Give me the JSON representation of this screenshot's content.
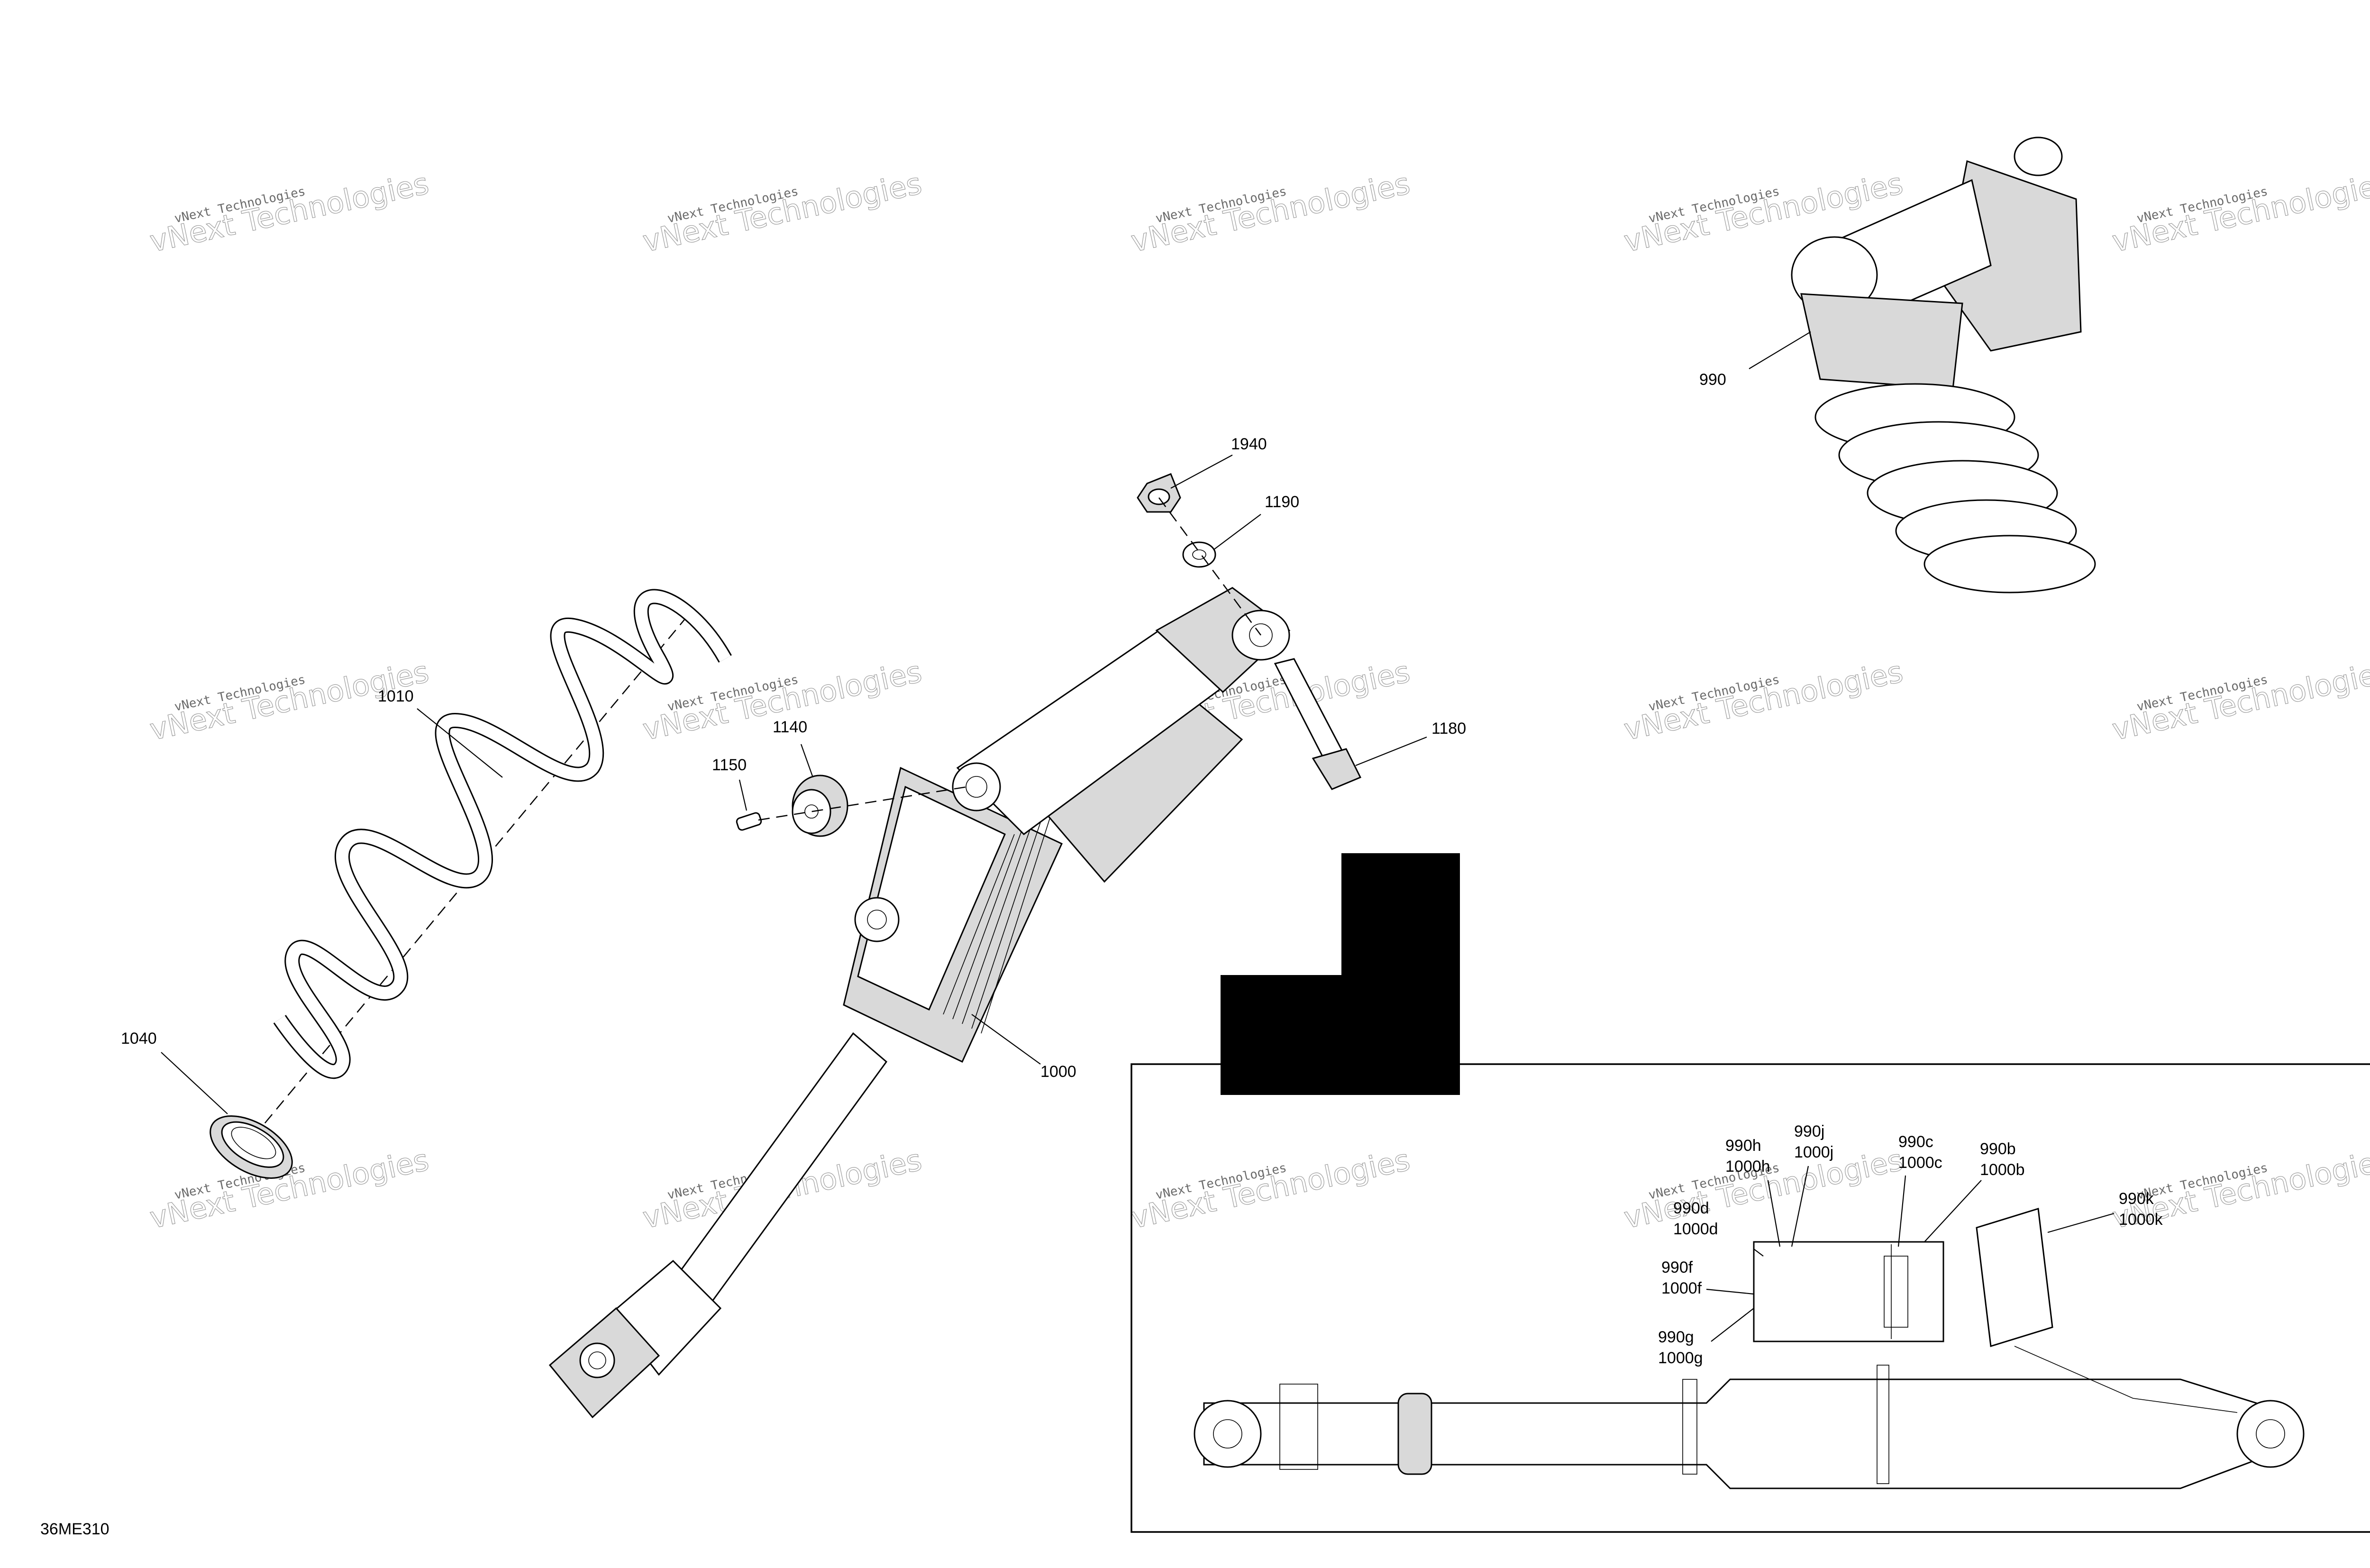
{
  "diagram_code": "36ME310",
  "watermark": {
    "line1": "vNext Technologies",
    "line2": "vNext Technologies",
    "color": "#9a9a9a"
  },
  "callouts": {
    "c990": "990",
    "c1940": "1940",
    "c1190": "1190",
    "c1180": "1180",
    "c1010": "1010",
    "c1140": "1140",
    "c1150": "1150",
    "c1000": "1000",
    "c1040": "1040"
  },
  "detail_callouts": {
    "h_a": "990h",
    "h_b": "1000h",
    "j_a": "990j",
    "j_b": "1000j",
    "c_a": "990c",
    "c_b": "1000c",
    "b_a": "990b",
    "b_b": "1000b",
    "d_a": "990d",
    "d_b": "1000d",
    "k_a": "990k",
    "k_b": "1000k",
    "f_a": "990f",
    "f_b": "1000f",
    "g_a": "990g",
    "g_b": "1000g"
  },
  "colors": {
    "ink": "#000000",
    "paper": "#ffffff",
    "shade": "#d9d9d9",
    "block": "#000000"
  }
}
